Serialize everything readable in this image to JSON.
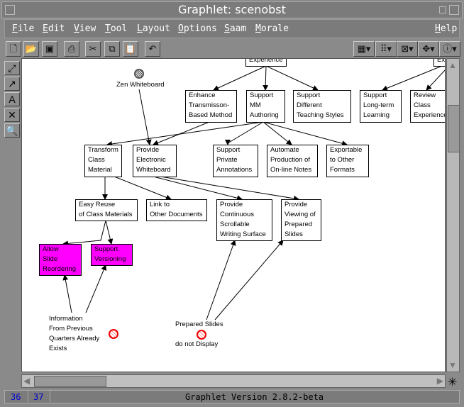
{
  "window": {
    "title": "Graphlet: scenobst"
  },
  "menu": [
    "File",
    "Edit",
    "View",
    "Tool",
    "Layout",
    "Options",
    "Saam",
    "Morale",
    "Help"
  ],
  "toolbar": {
    "icons": [
      "new-file-icon",
      "open-folder-icon",
      "save-disk-icon",
      "print-icon",
      "cut-icon",
      "copy-icon",
      "paste-icon",
      "undo-icon"
    ],
    "dropdowns": [
      "grid-icon",
      "layout-icon",
      "node-shape-icon",
      "edge-style-icon",
      "info-icon"
    ]
  },
  "tools": [
    "select-edge-tool-icon",
    "create-edge-tool-icon",
    "text-tool-icon",
    "delete-tool-icon",
    "zoom-tool-icon"
  ],
  "graph": {
    "nodes": {
      "experience": "Experience",
      "ex_right": "Ex",
      "enhance": "Enhance\nTransmisson-\nBased Method",
      "mm": "Support\nMM\nAuthoring",
      "teaching": "Support\nDifferent\nTeaching Styles",
      "longterm": "Support\nLong-term\nLearning",
      "review": "Review\nClass\nExperience",
      "transform": "Transform\nClass\nMaterial",
      "whiteboard": "Provide\nElectronic\nWhiteboard",
      "private": "Support\nPrivate\nAnnotations",
      "automate": "Automate\nProduction of\nOn-line Notes",
      "exportable": "Exportable\nto Other\nFormats",
      "reuse": "Easy Reuse\nof Class Materials",
      "link": "Link to\nOther Documents",
      "continuous": "Provide\nContinuous\nScrollable\nWriting Surface",
      "viewing": "Provide\nViewing of\nPrepared\nSlides",
      "reorder": "Allow\nSlide\nReordering",
      "versioning": "Support\nVersioning"
    },
    "highlight_color": "#ff00ff",
    "obstacles": {
      "zen": "Zen Whiteboard",
      "info": "Information\nFrom Previous\nQuarters Already\nExists",
      "prepared": "Prepared Slides",
      "prepared2": "do not Display"
    }
  },
  "status": {
    "x": "36",
    "y": "37",
    "message": "Graphlet Version 2.8.2-beta"
  }
}
